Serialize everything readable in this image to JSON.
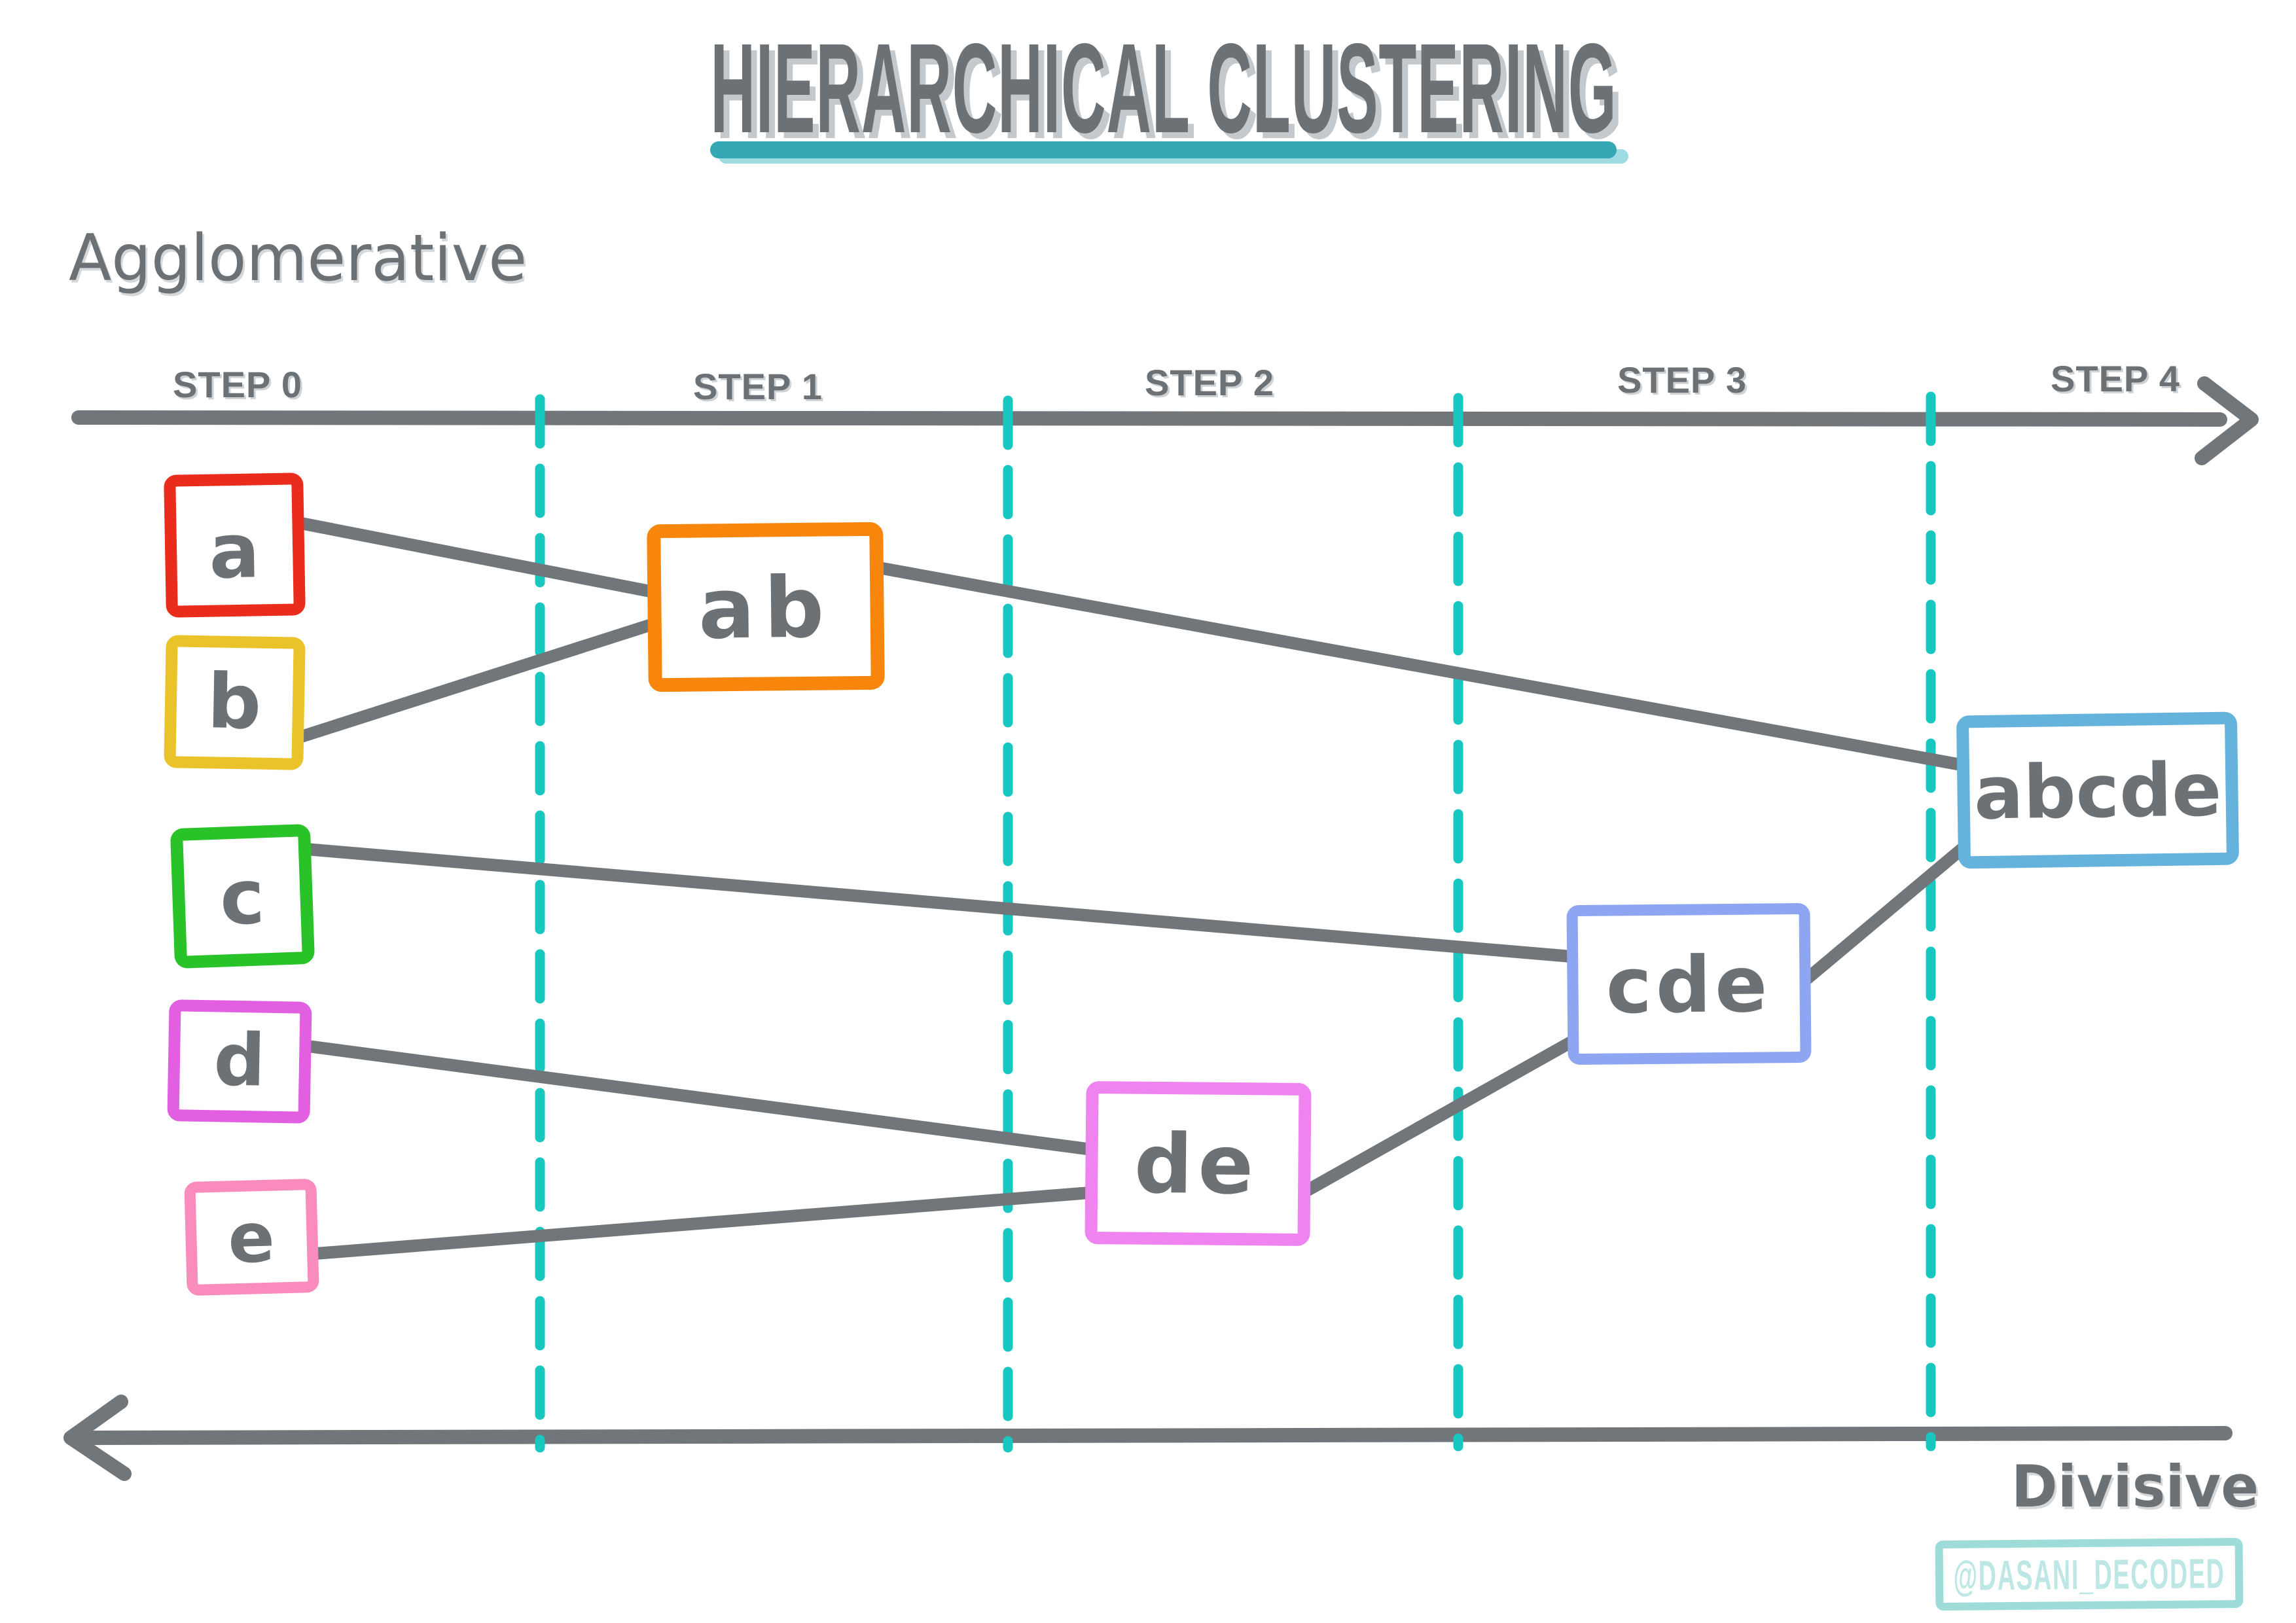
{
  "title": {
    "text": "HIERARCHICAL CLUSTERING"
  },
  "methods": {
    "agglomerative": "Agglomerative",
    "divisive": "Divisive"
  },
  "timeline": {
    "steps": [
      "STEP 0",
      "STEP 1",
      "STEP 2",
      "STEP 3",
      "STEP 4"
    ]
  },
  "nodes": {
    "a": {
      "label": "a",
      "color": "#ea2c1c",
      "step": 0
    },
    "b": {
      "label": "b",
      "color": "#eac32a",
      "step": 0
    },
    "c": {
      "label": "c",
      "color": "#29c228",
      "step": 0
    },
    "d": {
      "label": "d",
      "color": "#e15fe0",
      "step": 0
    },
    "e": {
      "label": "e",
      "color": "#f98cbc",
      "step": 0
    },
    "ab": {
      "label": "ab",
      "color": "#f8860d",
      "step": 1
    },
    "de": {
      "label": "de",
      "color": "#ef83ef",
      "step": 2
    },
    "cde": {
      "label": "cde",
      "color": "#8ea6f2",
      "step": 3
    },
    "abcde": {
      "label": "abcde",
      "color": "#65b3dc",
      "step": 4
    }
  },
  "merges": [
    {
      "inputs": [
        "a",
        "b"
      ],
      "output": "ab",
      "step": 1
    },
    {
      "inputs": [
        "d",
        "e"
      ],
      "output": "de",
      "step": 2
    },
    {
      "inputs": [
        "c",
        "de"
      ],
      "output": "cde",
      "step": 3
    },
    {
      "inputs": [
        "ab",
        "cde"
      ],
      "output": "abcde",
      "step": 4
    }
  ],
  "colors": {
    "ink": "#6c7175",
    "line": "#71767a",
    "step_divider": "#17c7c0",
    "title_underline": "#35a8b4",
    "title_underline_shadow": "#9edbe2",
    "watermark_border": "#9edcd9",
    "watermark_text": "#bce7e4"
  },
  "watermark": {
    "text": "@DASANI_DECODED"
  }
}
